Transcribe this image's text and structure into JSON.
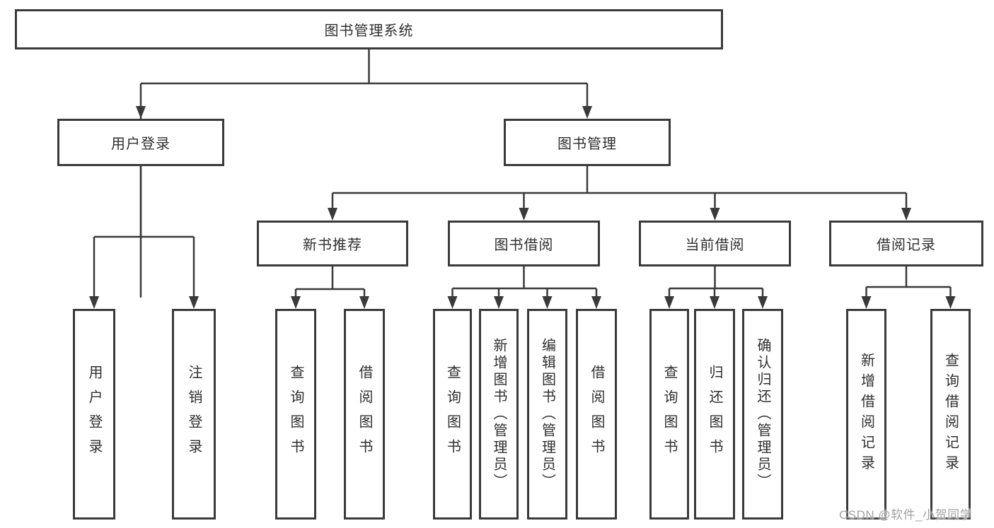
{
  "diagram": {
    "root": {
      "label": "图书管理系统"
    },
    "level2": [
      {
        "label": "用户登录"
      },
      {
        "label": "图书管理"
      }
    ],
    "level3": [
      {
        "label": "新书推荐"
      },
      {
        "label": "图书借阅"
      },
      {
        "label": "当前借阅"
      },
      {
        "label": "借阅记录"
      }
    ],
    "leaves": [
      {
        "label": "用户登录"
      },
      {
        "label": "注销登录"
      },
      {
        "label": "查询图书"
      },
      {
        "label": "借阅图书"
      },
      {
        "label": "查询图书"
      },
      {
        "label": "新增图书（管理员）"
      },
      {
        "label": "编辑图书（管理员）"
      },
      {
        "label": "借阅图书"
      },
      {
        "label": "查询图书"
      },
      {
        "label": "归还图书"
      },
      {
        "label": "确认归还（管理员）"
      },
      {
        "label": "新增借阅记录"
      },
      {
        "label": "查询借阅记录"
      }
    ],
    "watermark": "CSDN @软件_小贺同学",
    "colors": {
      "line": "#3a3a3a",
      "box_border": "#3a3a3a",
      "text": "#2f2f2f",
      "background": "#ffffff",
      "watermark": "#a2a2a2"
    }
  }
}
